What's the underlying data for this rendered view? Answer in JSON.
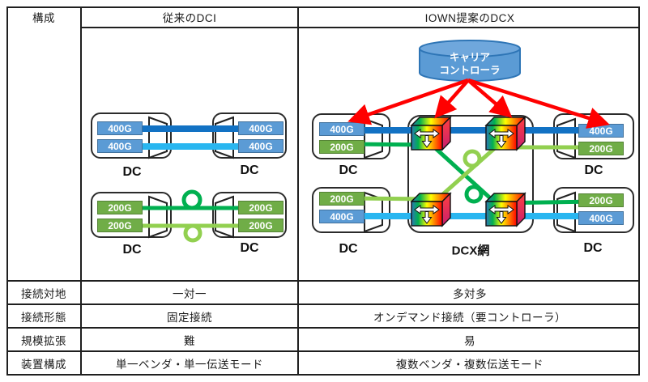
{
  "table": {
    "header": {
      "col1": "構成",
      "col2": "従来のDCI",
      "col3": "IOWN提案のDCX"
    },
    "rows": [
      {
        "label": "接続対地",
        "dci": "一対一",
        "dcx": "多対多"
      },
      {
        "label": "接続形態",
        "dci": "固定接続",
        "dcx": "オンデマンド接続（要コントローラ）"
      },
      {
        "label": "規模拡張",
        "dci": "難",
        "dcx": "易"
      },
      {
        "label": "装置構成",
        "dci": "単一ベンダ・単一伝送モード",
        "dcx": "複数ベンダ・複数伝送モード"
      }
    ]
  },
  "dci": {
    "top_left": {
      "chips": [
        "400G",
        "400G"
      ],
      "label": "DC"
    },
    "top_right": {
      "chips": [
        "400G",
        "400G"
      ],
      "label": "DC"
    },
    "bottom_left": {
      "chips": [
        "200G",
        "200G"
      ],
      "label": "DC"
    },
    "bottom_right": {
      "chips": [
        "200G",
        "200G"
      ],
      "label": "DC"
    }
  },
  "dcx": {
    "controller": [
      "キャリア",
      "コントローラ"
    ],
    "top_left": {
      "chips": [
        "400G",
        "200G"
      ],
      "label": "DC"
    },
    "top_right": {
      "chips": [
        "400G",
        "200G"
      ],
      "label": "DC"
    },
    "bottom_left": {
      "chips": [
        "200G",
        "400G"
      ],
      "label": "DC"
    },
    "bottom_right": {
      "chips": [
        "200G",
        "400G"
      ],
      "label": "DC"
    },
    "network_label": "DCX網"
  },
  "colors": {
    "chip_blue": "#5B9BD5",
    "chip_green": "#70AD47",
    "fiber_dark_blue": "#1272C4",
    "fiber_light_blue": "#29B6F0",
    "fiber_dark_green": "#00B050",
    "fiber_light_green": "#92D050",
    "control_arrow_red": "#FF0000",
    "controller_fill": "#5B9BD5"
  }
}
